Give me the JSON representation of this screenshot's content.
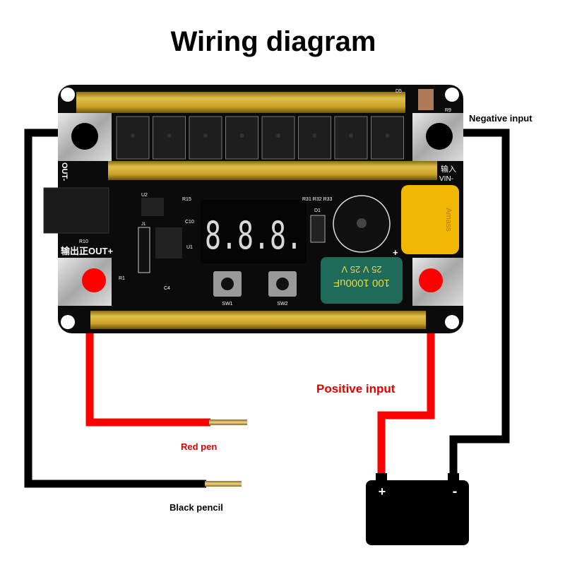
{
  "title": "Wiring diagram",
  "labels": {
    "negative_input": "Negative input",
    "positive_input": "Positive input",
    "red_pen": "Red pen",
    "black_pencil": "Black pencil"
  },
  "battery": {
    "plus": "+",
    "minus": "-"
  },
  "board": {
    "out_label": "输出正OUT+",
    "out_minus_label": "OUT-",
    "vin_label": "输入",
    "vin_sub": "VIN-",
    "display": "8.8.8.",
    "u2": "U2",
    "r15": "R15",
    "c10": "C10",
    "u1": "U1",
    "j1": "J1",
    "r31": "R31 R32 R33",
    "d1": "D1",
    "sw1": "SW1",
    "sw2": "SW2",
    "d5": "D5",
    "r9": "R9",
    "r10": "R10",
    "c4": "C4",
    "r1": "R1",
    "cap_line1": "25  V  25  V",
    "cap_line2": "100  1000uF",
    "connector_brand": "Amass",
    "plus_mark": "+"
  },
  "colors": {
    "wire_red": "#ff0000",
    "wire_black": "#000000",
    "gold": "#c9a227",
    "board": "#0b0b0b",
    "xt60": "#f2b705",
    "capacitor": "#1f6b5a",
    "pen_label_red": "#e00000"
  }
}
